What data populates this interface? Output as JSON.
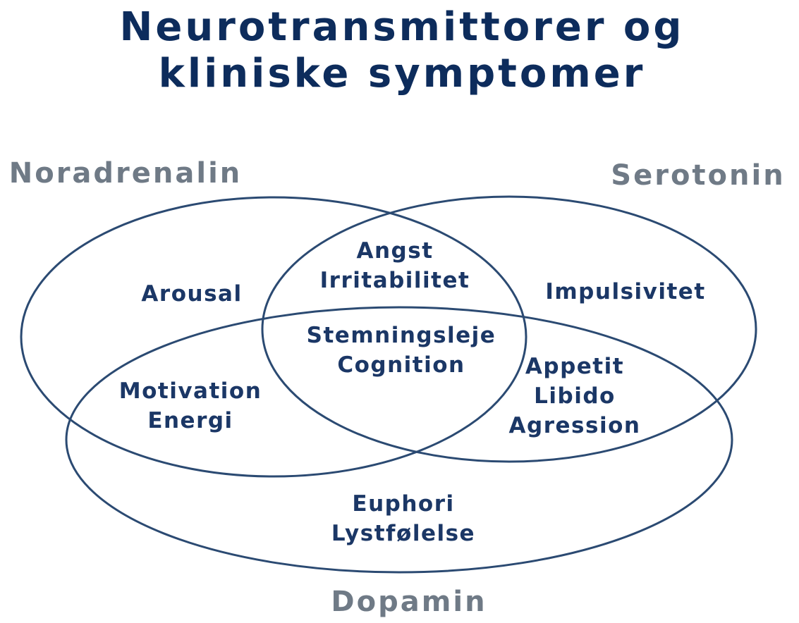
{
  "title": {
    "line1": "Neurotransmittorer og",
    "line2": "kliniske symptomer"
  },
  "sets": {
    "noradrenalin": "Noradrenalin",
    "serotonin": "Serotonin",
    "dopamin": "Dopamin"
  },
  "regions": {
    "noradrenalin_only": [
      "Arousal"
    ],
    "serotonin_only": [
      "Impulsivitet"
    ],
    "noradrenalin_serotonin": [
      "Angst",
      "Irritabilitet"
    ],
    "all_three": [
      "Stemningsleje",
      "Cognition"
    ],
    "noradrenalin_dopamin": [
      "Motivation",
      "Energi"
    ],
    "serotonin_dopamin": [
      "Appetit",
      "Libido",
      "Agression"
    ],
    "dopamin_only": [
      "Euphori",
      "Lystfølelse"
    ]
  },
  "colors": {
    "title": "#0d2c5c",
    "region_text": "#1b3766",
    "set_label": "#6f7a86",
    "ellipse_stroke": "#2b4a72"
  }
}
